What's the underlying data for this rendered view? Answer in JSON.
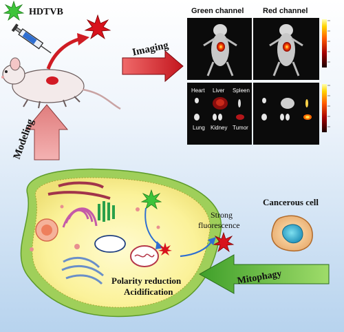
{
  "labels": {
    "probe": "HDTVB",
    "imaging": "Imaging",
    "modeling": "Modeling",
    "mitophagy": "Mitophagy",
    "strong_fluorescence_line1": "Strong",
    "strong_fluorescence_line2": "fluorescence",
    "cancerous_cell": "Cancerous cell",
    "polarity_reduction": "Polarity reduction",
    "acidification": "Acidification"
  },
  "imaging_panel": {
    "green_channel": "Green channel",
    "red_channel": "Red channel",
    "organs": [
      "Heart",
      "Liver",
      "Spleen",
      "Lung",
      "Kidney",
      "Tumor"
    ]
  },
  "colors": {
    "probe_green": "#3ec43a",
    "probe_red": "#d8121c",
    "arrow_red": "#cf1c24",
    "arrow_pink": "#e88a8a",
    "arrow_green": "#4fb53a",
    "cell_yellow": "#fbf6a8",
    "cell_green": "#9fcf5a",
    "background_top": "#ffffff",
    "background_bottom": "#b7d3ee"
  }
}
